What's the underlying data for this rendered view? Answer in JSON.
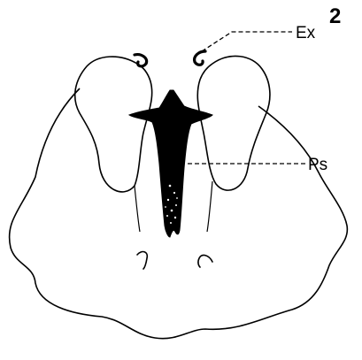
{
  "figure": {
    "number": "2",
    "labels": {
      "ex": "Ex",
      "ps": "Ps"
    }
  },
  "colors": {
    "ink": "#000000",
    "paper": "#ffffff"
  }
}
